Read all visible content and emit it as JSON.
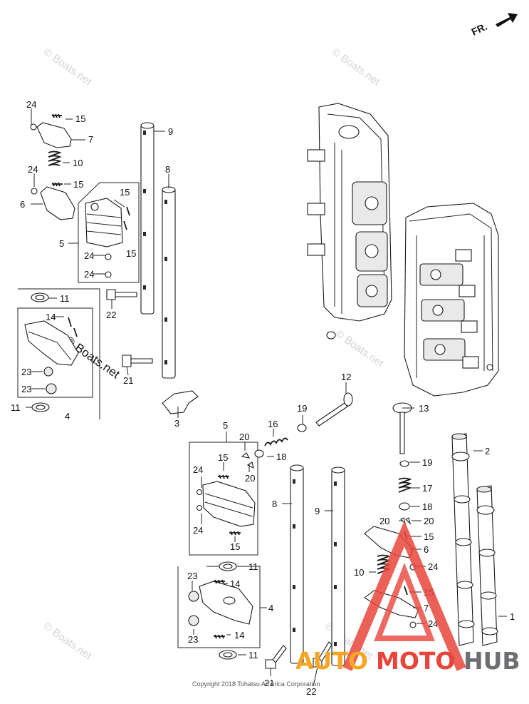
{
  "direction_label": "FR.",
  "watermark": "© Boats.net",
  "copyright": "Copyright 2018 Tohatsu America Corporation",
  "brand": {
    "part1": "AUTO",
    "part2": "MOTO",
    "part3": "HUB",
    "color_orange": "#f5a623",
    "color_red": "#e8443a",
    "color_gray": "#6d6e71"
  },
  "callouts": {
    "c24a": "24",
    "c15a": "15",
    "c7a": "7",
    "c10a": "10",
    "c24b": "24",
    "c15b": "15",
    "c6a": "6",
    "c5a": "5",
    "c15c": "15",
    "c15d": "15",
    "c24c": "24",
    "c24d": "24",
    "c9a": "9",
    "c8a": "8",
    "c11a": "11",
    "c22a": "22",
    "c14a": "14",
    "c23a": "23",
    "c23b": "23",
    "c11b": "11",
    "c4a": "4",
    "c21a": "21",
    "c3a": "3",
    "c12": "12",
    "c13": "13",
    "c19a": "19",
    "c16": "16",
    "c18a": "18",
    "c20a": "20",
    "c20b": "20",
    "c5b": "5",
    "c15e": "15",
    "c24e": "24",
    "c24f": "24",
    "c15f": "15",
    "c8b": "8",
    "c9b": "9",
    "c2": "2",
    "c19b": "19",
    "c17": "17",
    "c18b": "18",
    "c20c": "20",
    "c20d": "20",
    "c15g": "15",
    "c6b": "6",
    "c24g": "24",
    "c10b": "10",
    "c15h": "15",
    "c7b": "7",
    "c24h": "24",
    "c1": "1",
    "c11c": "11",
    "c23c": "23",
    "c14b": "14",
    "c4b": "4",
    "c23d": "23",
    "c14c": "14",
    "c11d": "11",
    "c21b": "21",
    "c22b": "22"
  }
}
